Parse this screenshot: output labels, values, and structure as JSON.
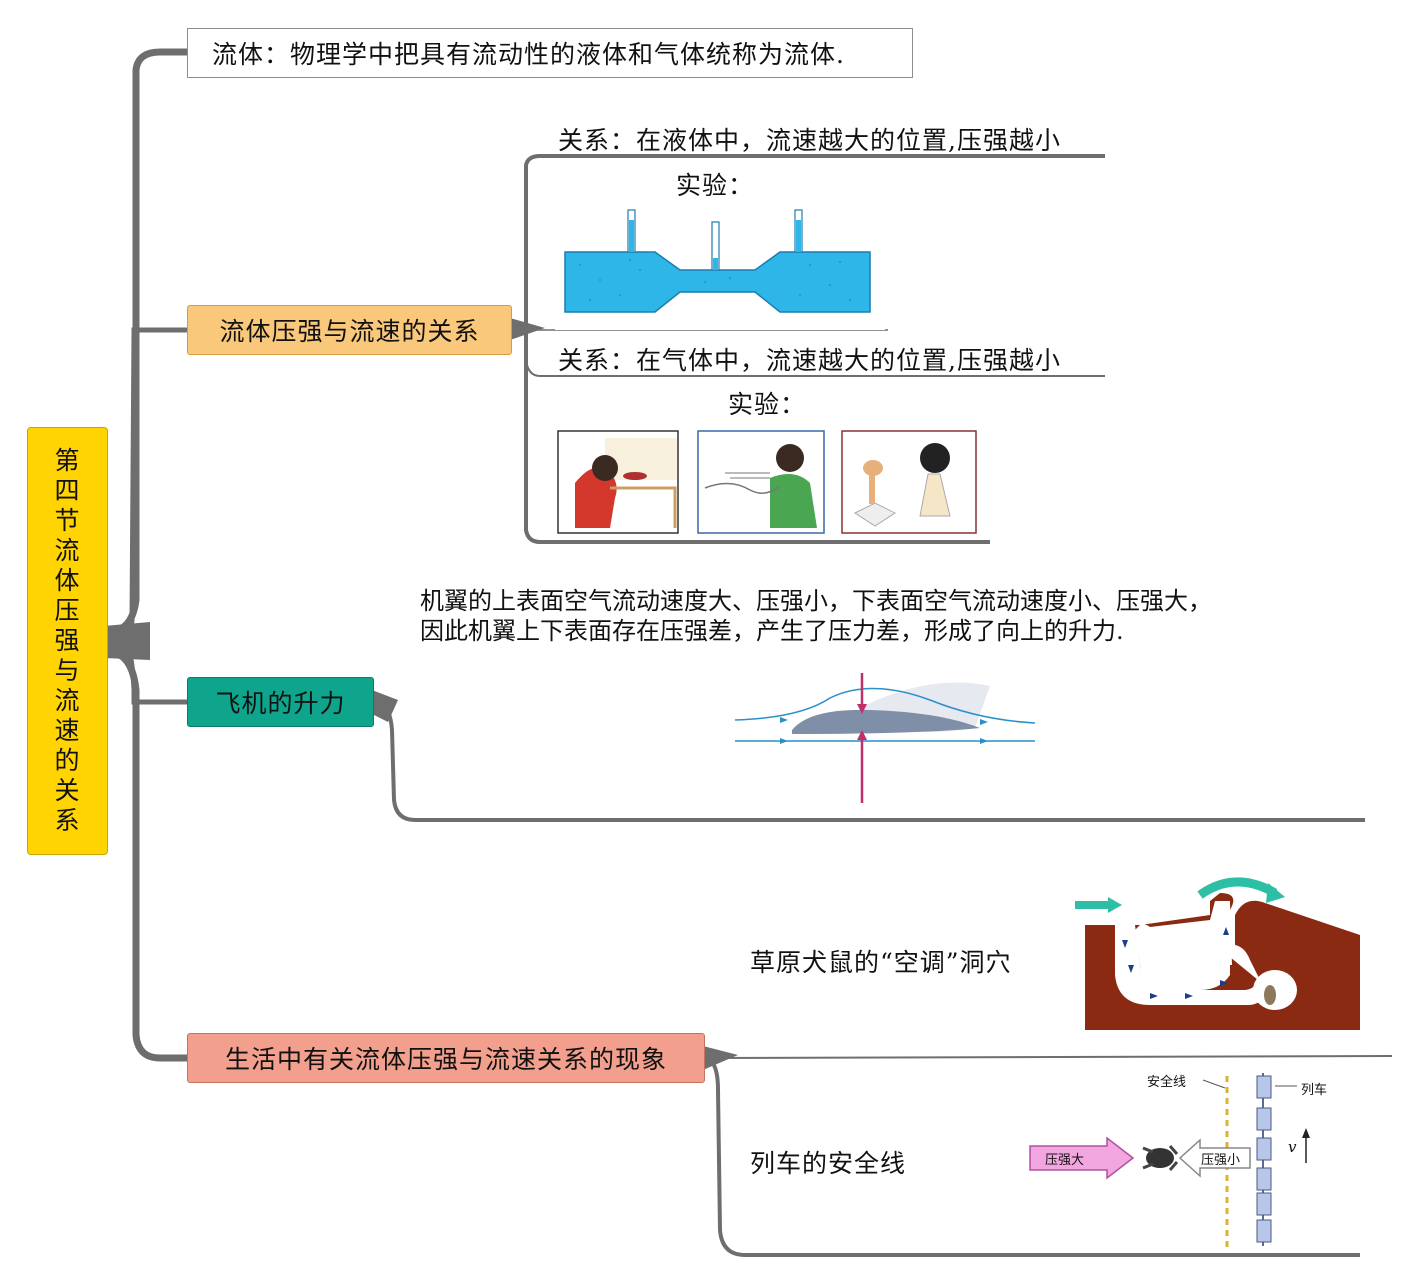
{
  "root": {
    "chars": [
      "第",
      "四",
      "节",
      "流",
      "体",
      "压",
      "强",
      "与",
      "流",
      "速",
      "的",
      "关",
      "系"
    ]
  },
  "branches": {
    "fluid": "流体：物理学中把具有流动性的液体和气体统称为流体.",
    "relation": "流体压强与流速的关系",
    "lift": "飞机的升力",
    "life": "生活中有关流体压强与流速关系的现象"
  },
  "relation": {
    "liquid_relation": "关系：在液体中，流速越大的位置,压强越小",
    "liquid_experiment": "实验：",
    "gas_relation": "关系：在气体中，流速越大的位置,压强越小",
    "gas_experiment": "实验："
  },
  "lift": {
    "explanation_line1": "机翼的上表面空气流动速度大、压强小，下表面空气流动速度小、压强大，",
    "explanation_line2": "因此机翼上下表面存在压强差，产生了压力差，形成了向上的升力."
  },
  "life": {
    "burrow": "草原犬鼠的“空调”洞穴",
    "train": "列车的安全线",
    "train_figure": {
      "safety_line": "安全线",
      "train": "列车",
      "high_pressure": "压强大",
      "low_pressure": "压强小",
      "velocity": "v"
    }
  },
  "colors": {
    "root": "#ffd400",
    "relation": "#f9c87b",
    "lift": "#0ea58c",
    "life": "#f29f8d",
    "connector": "#6e6e6e",
    "water": "#2eb6e8",
    "soil": "#8b2a12",
    "teal_arrow": "#2dbfa6"
  }
}
